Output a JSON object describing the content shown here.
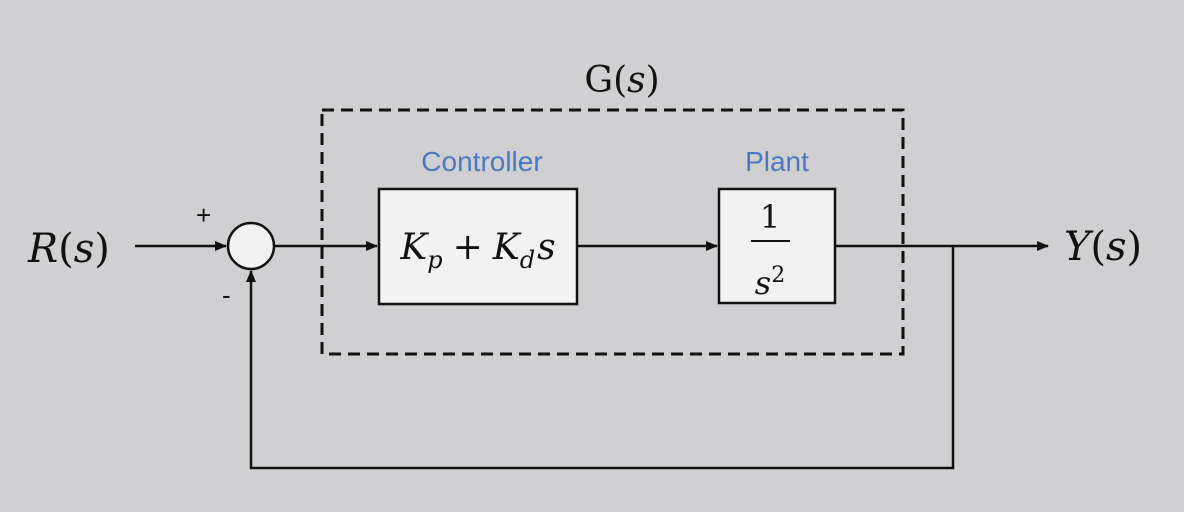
{
  "group": {
    "label_prefix": "G(",
    "label_var": "s",
    "label_suffix": ")"
  },
  "input": {
    "name": "R",
    "var": "s"
  },
  "output": {
    "name": "Y",
    "var": "s"
  },
  "summing_junction": {
    "plus": "+",
    "minus": "-"
  },
  "controller": {
    "title": "Controller",
    "k1": "K",
    "k1_sub": "p",
    "op": "+",
    "k2": "K",
    "k2_sub": "d",
    "var": "s"
  },
  "plant": {
    "title": "Plant",
    "numerator": "1",
    "denominator": "s",
    "denominator_exp": "2"
  },
  "colors": {
    "label_blue": "#4a78c2",
    "background": "#d0cfd1",
    "block_fill": "#f2f2f2"
  }
}
